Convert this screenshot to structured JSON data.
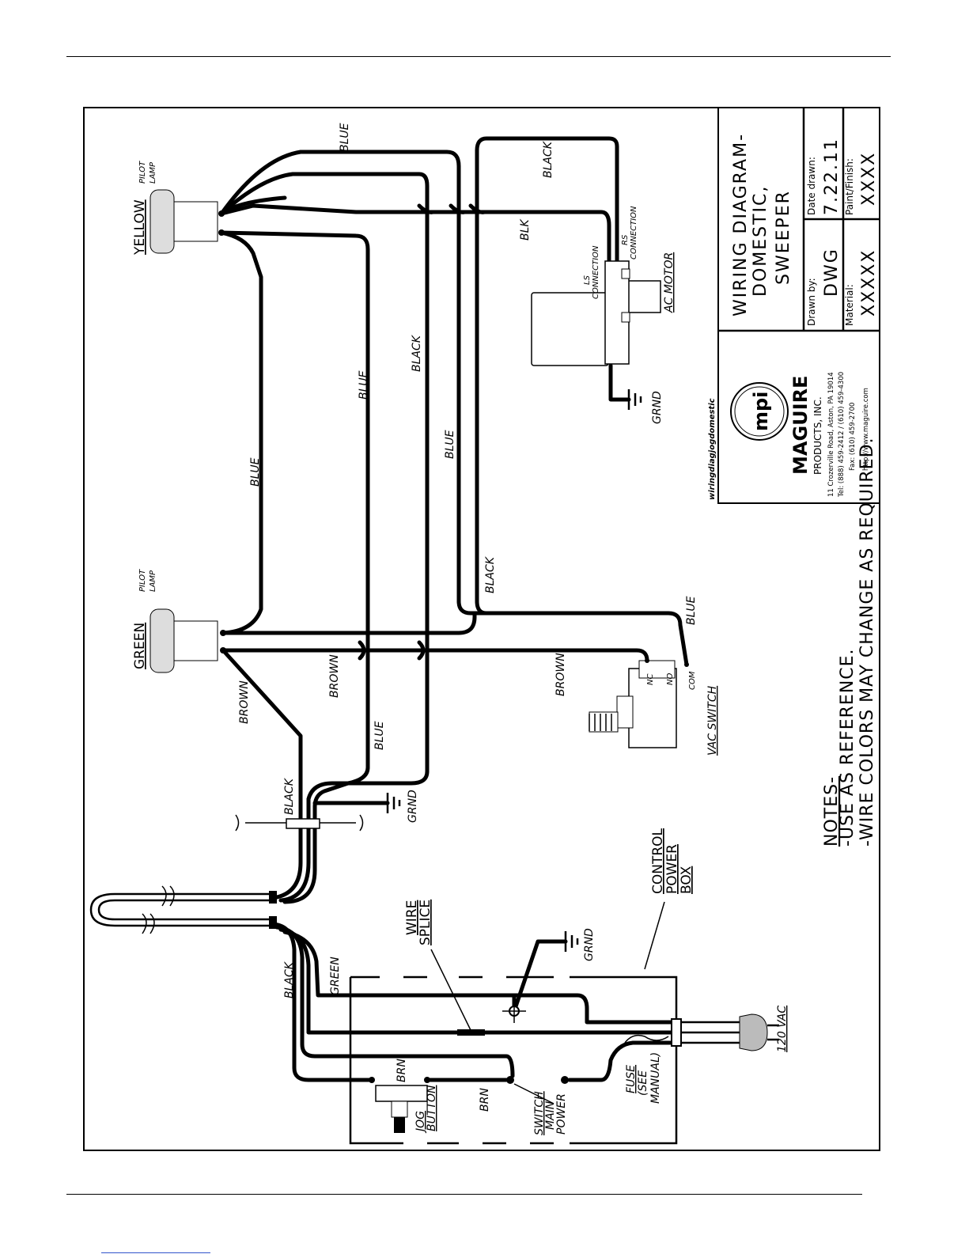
{
  "wire_colors": {
    "blue": "BLUE",
    "black": "BLACK",
    "brown": "BROWN",
    "green": "GREEN",
    "blk": "BLK",
    "brn": "BRN"
  },
  "lamps": {
    "yellow": "YELLOW",
    "green": "GREEN",
    "pilot_lamp_line1": "PILOT",
    "pilot_lamp_line2": "LAMP"
  },
  "motor": {
    "title": "AC MOTOR",
    "ls_line1": "LS",
    "ls_line2": "CONNECTION",
    "rs_line1": "RS",
    "rs_line2": "CONNECTION"
  },
  "vac_switch": {
    "title": "VAC SWITCH",
    "nc": "NC",
    "no": "NO",
    "com": "COM"
  },
  "ground": "GRND",
  "control_box": {
    "line1": "CONTROL",
    "line2": "POWER",
    "line3": "BOX"
  },
  "wire_splice": {
    "line1": "WIRE",
    "line2": "SPLICE"
  },
  "jog_button": {
    "line1": "JOG",
    "line2": "BUTTON"
  },
  "main_switch": {
    "line1": "SWITCH",
    "line2": "MAIN",
    "line3": "POWER"
  },
  "fuse": {
    "line1": "FUSE",
    "line2": "(SEE",
    "line3": "MANUAL)"
  },
  "plug": "120 VAC",
  "notes": {
    "heading": "NOTES-",
    "line1": "-USE  AS  REFERENCE.",
    "line2": "-WIRE  COLORS  MAY  CHANGE  AS  REQUIRED."
  },
  "filename": "wiringdiagjogdomestic",
  "company": {
    "logo_text": "mpi",
    "name": "MAGUIRE",
    "subname": "PRODUCTS, INC.",
    "address": "11 Crozerville Road, Aston, PA 19014",
    "tel": "Tel: (888) 459-2412 / (610) 459-4300",
    "fax": "Fax: (610) 459-2700",
    "web": "http://www.maguire.com"
  },
  "title_block": {
    "title_line1": "WIRING DIAGRAM-",
    "title_line2": "DOMESTIC,",
    "title_line3": "SWEEPER",
    "drawn_by_label": "Drawn by:",
    "drawn_by_value": "DWG",
    "date_label": "Date drawn:",
    "date_value": "7.22.11",
    "material_label": "Material:",
    "material_value": "XXXXX",
    "paint_label": "Paint/Finish:",
    "paint_value": "XXXX"
  }
}
